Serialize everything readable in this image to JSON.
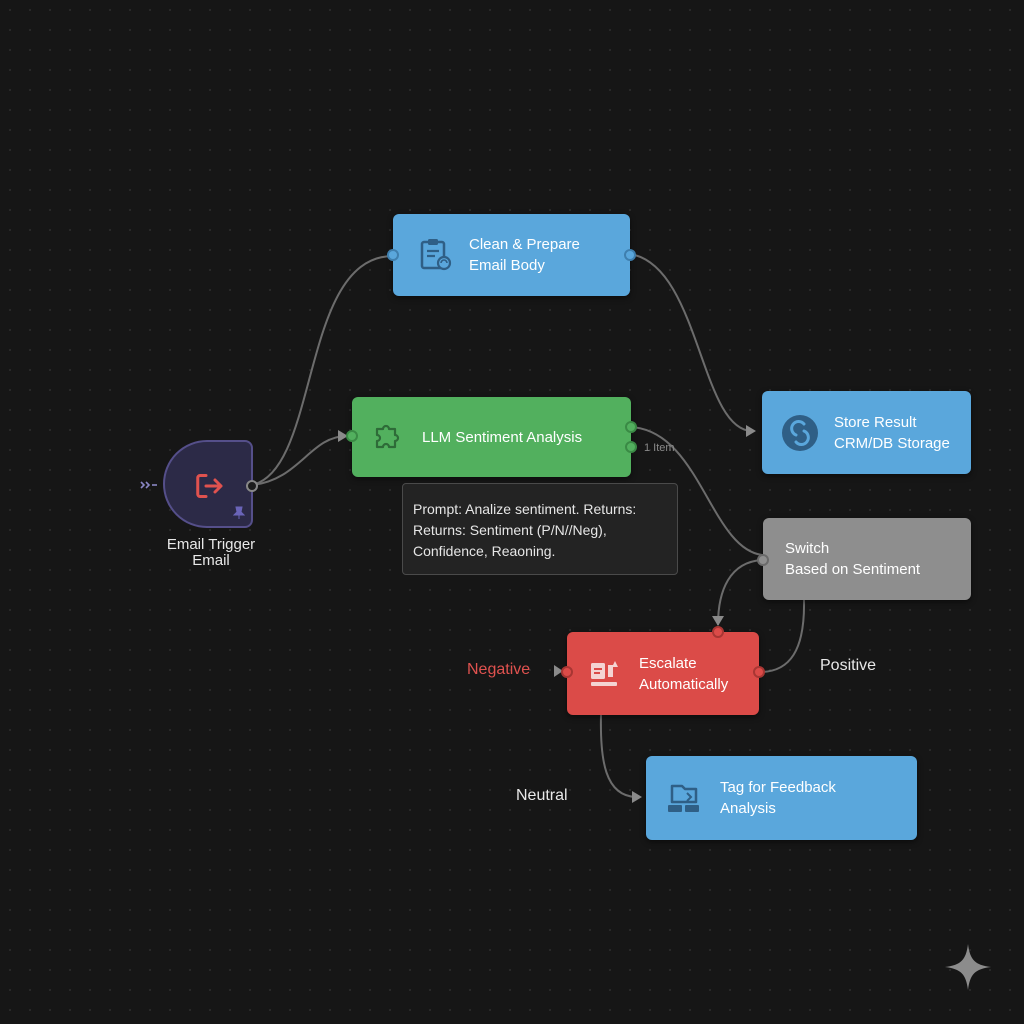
{
  "colors": {
    "background": "#161616",
    "edge": "#6c6c6c",
    "blue_node": "#5aa7dc",
    "green_node": "#52b05e",
    "gray_node": "#8e8e8e",
    "red_node": "#db4b48",
    "trigger_node": "#2c2a47",
    "negative_text": "#e0524f",
    "neutral_text": "#e8e8e8",
    "positive_text": "#e8e8e8"
  },
  "nodes": {
    "email_trigger": {
      "line1": "Email Trigger",
      "line2": "Email",
      "icon": "sign-out-icon"
    },
    "clean_prepare": {
      "line1": "Clean & Prepare",
      "line2": "Email Body",
      "icon": "clipboard-sync-icon"
    },
    "llm_sentiment": {
      "line1": "LLM Sentiment Analysis",
      "icon": "puzzle-icon",
      "item_count": "1 Item"
    },
    "store_result": {
      "line1": "Store Result",
      "line2": "CRM/DB Storage",
      "icon": "database-sync-icon"
    },
    "switch": {
      "line1": "Switch",
      "line2": "Based on Sentiment"
    },
    "escalate": {
      "line1": "Escalate",
      "line2": "Automatically",
      "icon": "escalate-icon"
    },
    "tag_feedback": {
      "line1": "Tag for Feedback",
      "line2": "Analysis",
      "icon": "folder-tag-icon"
    }
  },
  "prompt_note": {
    "line1": "Prompt: Analize sentiment. Returns:",
    "line2": "Returns: Sentiment (P/N//Neg),",
    "line3": "Confidence, Reaoning."
  },
  "branches": {
    "negative": "Negative",
    "positive": "Positive",
    "neutral": "Neutral"
  }
}
